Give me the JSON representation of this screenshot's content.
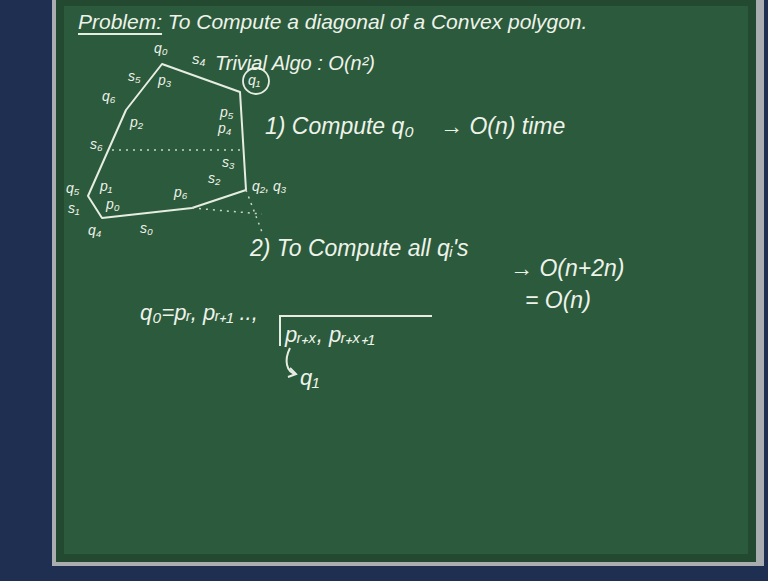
{
  "diagram": {
    "title": "Problem: To Compute a diagonal of a Convex polygon.",
    "labels": [
      "s₄",
      "Trivial Algo : O(n²)",
      "1) Compute q₀",
      "→ O(n) time",
      "2) To Compute all qᵢ's",
      "→ O(n+2n)",
      "= O(n)",
      "q₀=pᵣ, pᵣ₊₁ ..,",
      "pᵣ₊ₓ, pᵣ₊ₓ₊₁",
      "q₁",
      "q₀",
      "p₃",
      "s₅",
      "q₆",
      "p₂",
      "s₆",
      "q₅",
      "p₁",
      "s₁",
      "p₀",
      "q₄",
      "s₀",
      "p₆",
      "s₂",
      "p₅",
      "q₂, q₃",
      "s₃",
      "p₄",
      "q₁"
    ]
  }
}
